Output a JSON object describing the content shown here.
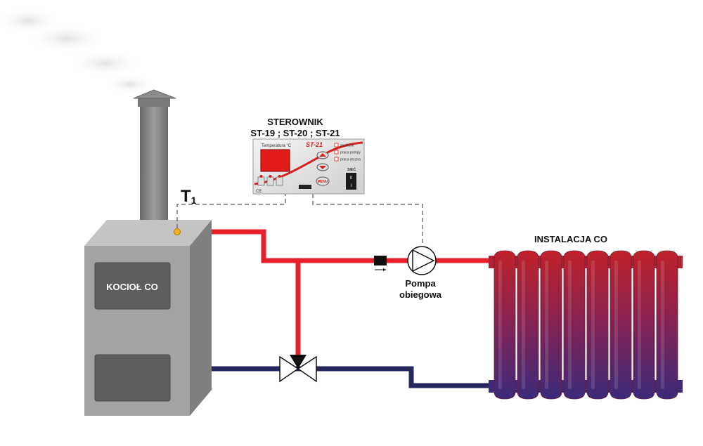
{
  "controller": {
    "title": "STEROWNIK",
    "models": "ST-19 ; ST-20 ; ST-21",
    "panel_model": "ST-21",
    "temp_label": "Temperatura °C",
    "legend": [
      "zasilanie",
      "praca pompy",
      "praca ręczna"
    ],
    "power_label": "SIEĆ",
    "power_switch": [
      "0",
      "I"
    ],
    "menu_label": "MENU",
    "ce_mark": "CE"
  },
  "sensor": {
    "label_main": "T",
    "label_sub": "1"
  },
  "boiler": {
    "label": "KOCIOŁ CO"
  },
  "pump": {
    "label_line1": "Pompa",
    "label_line2": "obiegowa"
  },
  "radiator": {
    "label": "INSTALACJA CO"
  },
  "colors": {
    "supply_pipe": "#e8202a",
    "return_pipe": "#27275f",
    "boiler_body": "#9a9a9a",
    "sensor": "#f2b21b"
  }
}
